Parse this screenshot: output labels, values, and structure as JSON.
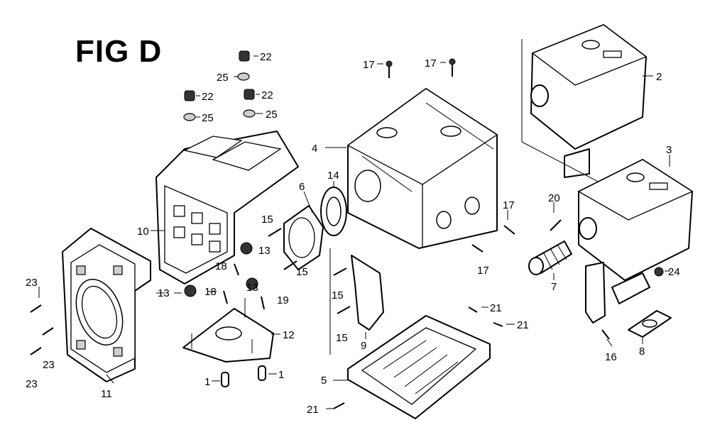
{
  "title": "FIG D",
  "callouts": {
    "c1a": "1",
    "c1b": "1",
    "c2": "2",
    "c3": "3",
    "c4": "4",
    "c5": "5",
    "c6": "6",
    "c7": "7",
    "c8": "8",
    "c9": "9",
    "c10": "10",
    "c11": "11",
    "c12": "12",
    "c13a": "13",
    "c13b": "13",
    "c13c": "13",
    "c14": "14",
    "c15a": "15",
    "c15b": "15",
    "c15c": "15",
    "c15d": "15",
    "c16": "16",
    "c17a": "17",
    "c17b": "17",
    "c17c": "17",
    "c17d": "17",
    "c18": "18",
    "c18b": "18",
    "c19": "19",
    "c20": "20",
    "c21a": "21",
    "c21b": "21",
    "c21c": "21",
    "c22a": "22",
    "c22b": "22",
    "c22c": "22",
    "c23a": "23",
    "c23b": "23",
    "c23c": "23",
    "c24": "24",
    "c25a": "25",
    "c25b": "25",
    "c25c": "25"
  }
}
